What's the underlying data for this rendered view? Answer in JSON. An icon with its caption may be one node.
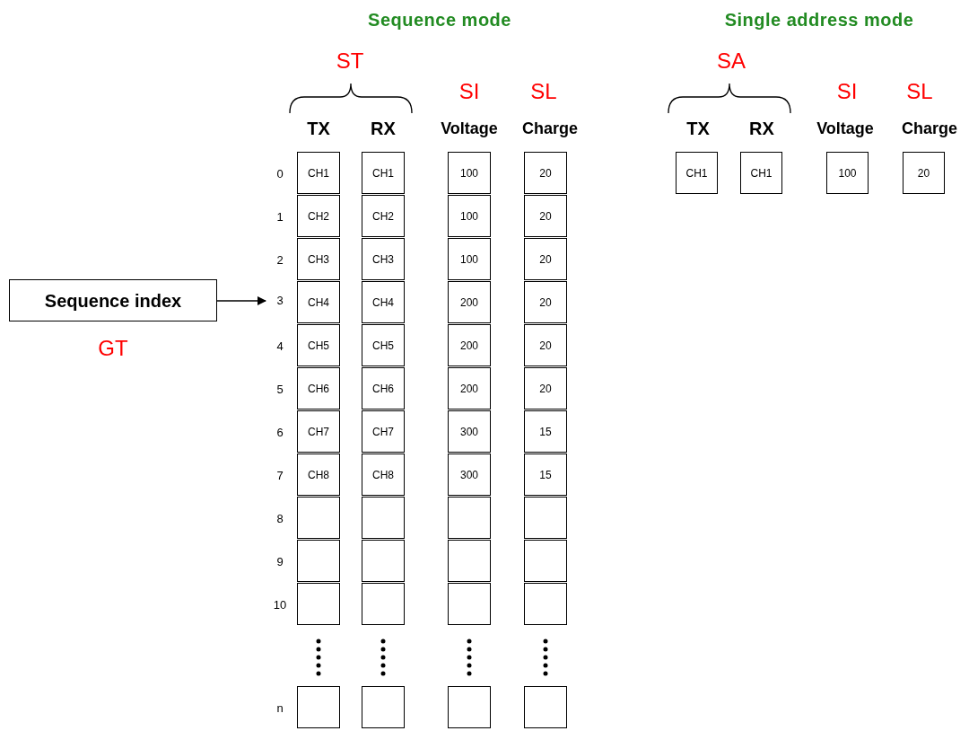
{
  "diagram": {
    "nodes": [
      {
        "text": [
          "Sequence index"
        ],
        "beside": [
          "GT"
        ]
      },
      {
        "text": [
          "3"
        ]
      },
      {
        "text": [
          "CH1"
        ]
      },
      {
        "text": [
          "CH1"
        ]
      },
      {
        "text": [
          "100"
        ]
      },
      {
        "text": [
          "20"
        ]
      },
      {
        "text": [
          "CH2"
        ]
      },
      {
        "text": [
          "CH2"
        ]
      },
      {
        "text": [
          "100"
        ]
      },
      {
        "text": [
          "20"
        ]
      },
      {
        "text": [
          "CH3"
        ]
      },
      {
        "text": [
          "CH3"
        ]
      },
      {
        "text": [
          "100"
        ]
      },
      {
        "text": [
          "20"
        ]
      },
      {
        "text": [
          "CH4"
        ]
      },
      {
        "text": [
          "CH4"
        ]
      },
      {
        "text": [
          "200"
        ]
      },
      {
        "text": [
          "20"
        ]
      },
      {
        "text": [
          "CH5"
        ]
      },
      {
        "text": [
          "CH5"
        ]
      },
      {
        "text": [
          "200"
        ]
      },
      {
        "text": [
          "20"
        ]
      },
      {
        "text": [
          "CH6"
        ]
      },
      {
        "text": [
          "CH6"
        ]
      },
      {
        "text": [
          "200"
        ]
      },
      {
        "text": [
          "20"
        ]
      },
      {
        "text": [
          "CH7"
        ]
      },
      {
        "text": [
          "CH7"
        ]
      },
      {
        "text": [
          "300"
        ]
      },
      {
        "text": [
          "15"
        ]
      },
      {
        "text": [
          "CH8"
        ]
      },
      {
        "text": [
          "CH8"
        ]
      },
      {
        "text": [
          "300"
        ]
      },
      {
        "text": [
          "15"
        ]
      },
      {
        "text": [],
        "shape": "box"
      },
      {
        "text": [],
        "shape": "box"
      },
      {
        "text": [],
        "shape": "box"
      },
      {
        "text": [],
        "shape": "box"
      },
      {
        "text": [],
        "shape": "box"
      },
      {
        "text": [],
        "shape": "box"
      },
      {
        "text": [],
        "shape": "box"
      },
      {
        "text": [],
        "shape": "box"
      },
      {
        "text": [],
        "shape": "box"
      },
      {
        "text": [],
        "shape": "box"
      },
      {
        "text": [],
        "shape": "box"
      },
      {
        "text": [],
        "shape": "box"
      },
      {
        "text": [],
        "shape": "box"
      },
      {
        "text": [],
        "shape": "box"
      },
      {
        "text": [],
        "shape": "box"
      },
      {
        "text": [],
        "shape": "box"
      },
      {
        "text": [
          "CH1"
        ]
      },
      {
        "text": [
          "CH1"
        ]
      },
      {
        "text": [
          "100"
        ]
      },
      {
        "text": [
          "20"
        ]
      }
    ],
    "edges": [
      {
        "from": 0,
        "to": 1,
        "arrow": "to"
      }
    ],
    "labels": [
      "Sequence mode",
      "Single address mode",
      "ST",
      "SA",
      "SI",
      "SL",
      "SI",
      "SL",
      "TX",
      "RX",
      "Voltage",
      "Charge",
      "TX",
      "RX",
      "Voltage",
      "Charge",
      "0",
      "1",
      "2",
      "4",
      "5",
      "6",
      "7",
      "8",
      "9",
      "10",
      "n"
    ]
  }
}
